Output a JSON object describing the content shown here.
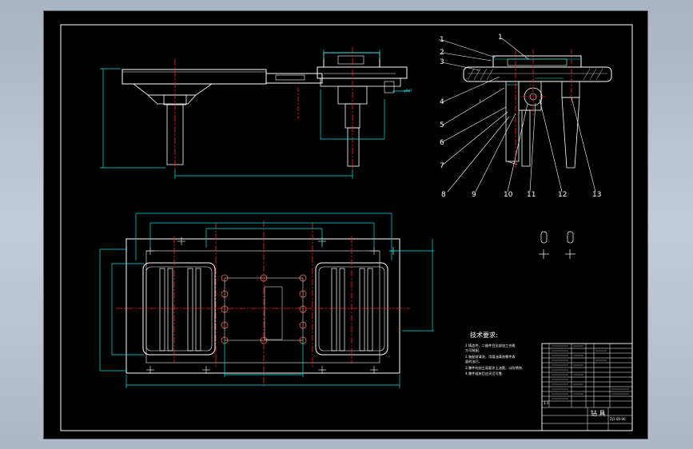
{
  "drawing": {
    "part_numbers": [
      "1",
      "2",
      "3",
      "4",
      "5",
      "6",
      "7",
      "8",
      "9",
      "10",
      "11",
      "12",
      "13"
    ],
    "part_one_top": "1",
    "tech_title": "技术要求:",
    "tech_notes": [
      "1.铸造件，二维件目全部加工合格",
      "  方可装配.",
      "2.装配前清洗，用煤油清洗零件表",
      "  面的油污.",
      "3.零件的加工面要涂上油脂，以防锈蚀.",
      "4.零件组装后应灵活可靠."
    ],
    "title_block": {
      "name_cell": "钻 具",
      "number_cell": "ZJ1-00-00",
      "small_cell": "1:1"
    }
  },
  "colors": {
    "background_gradient": "#b4bfcc",
    "sheet": "#000000",
    "outline": "#ffffff",
    "centerline": "#ff2020",
    "dimension": "#00e5e5",
    "leader": "#ffffff"
  }
}
